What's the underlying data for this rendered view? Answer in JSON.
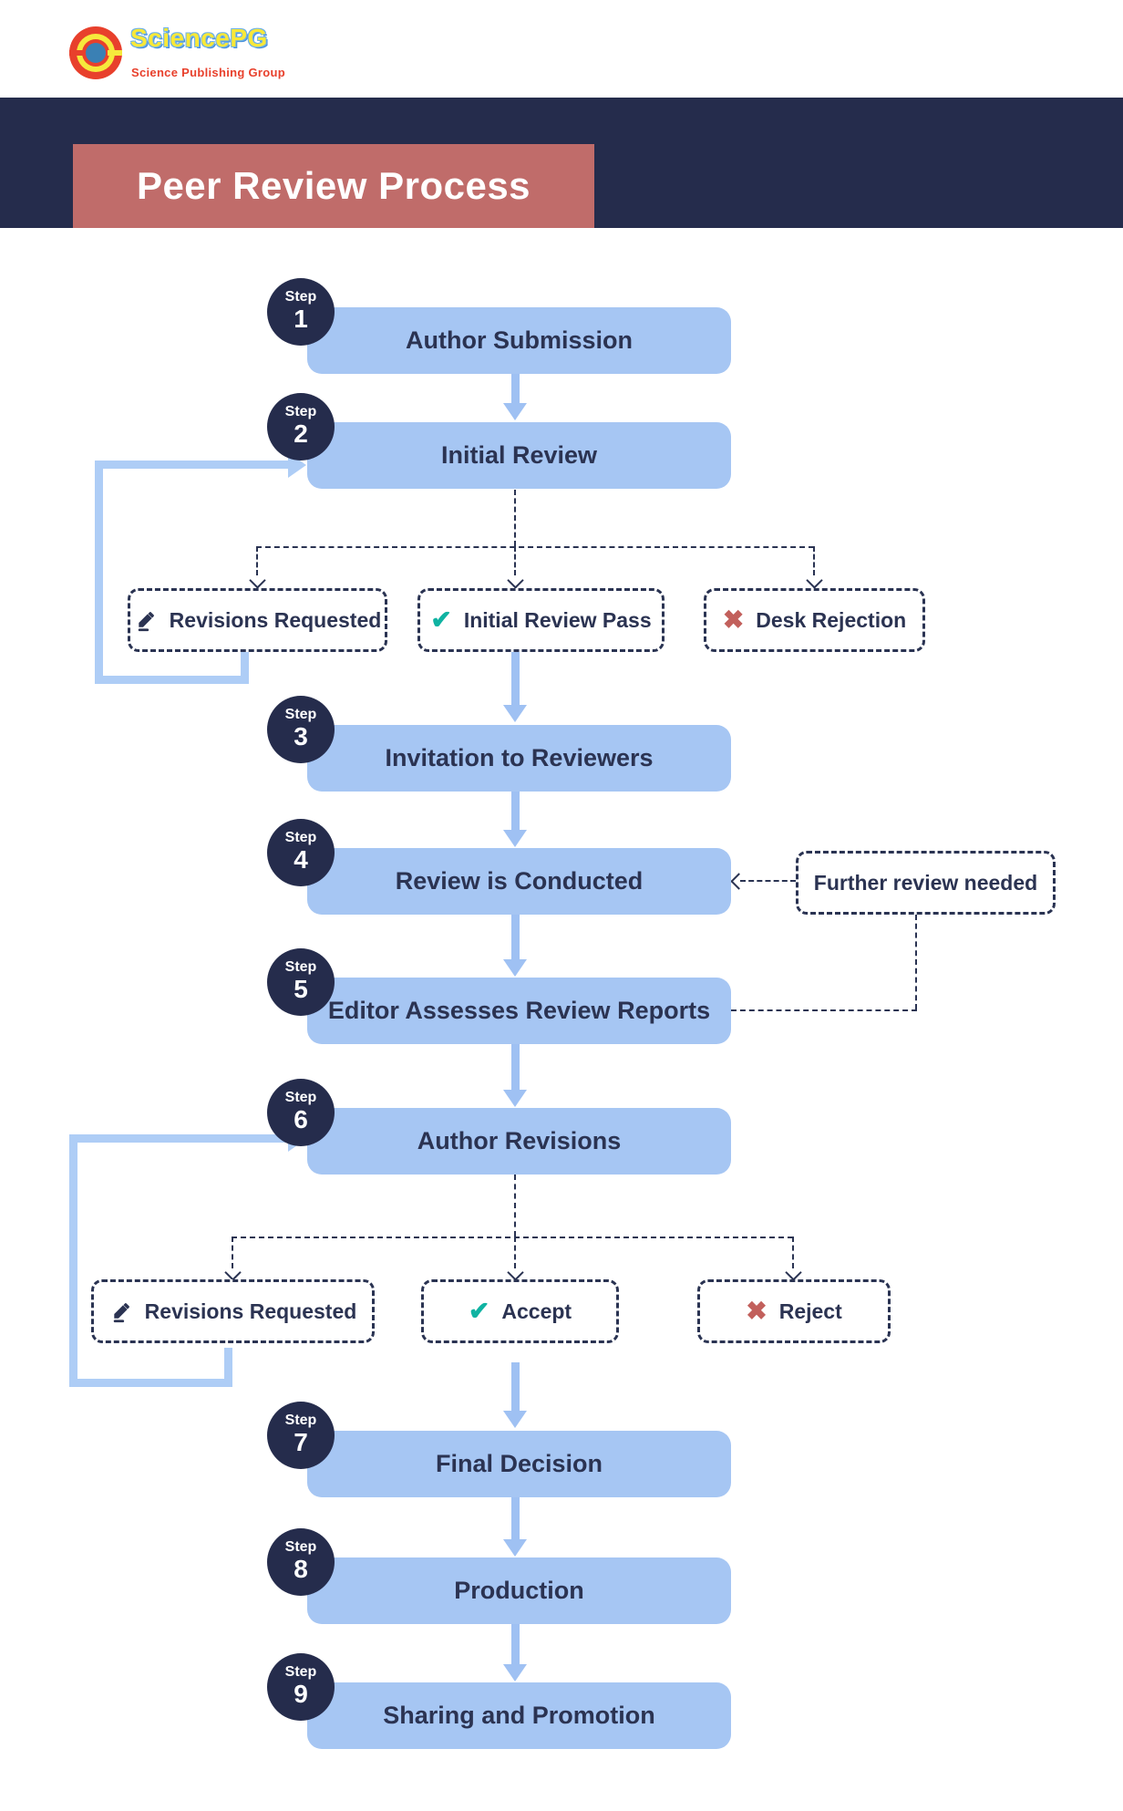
{
  "logo": {
    "name": "SciencePG",
    "subtitle": "Science Publishing Group"
  },
  "header": {
    "title": "Peer Review Process"
  },
  "step_label": "Step",
  "steps": [
    {
      "number": "1",
      "title": "Author Submission"
    },
    {
      "number": "2",
      "title": "Initial Review"
    },
    {
      "number": "3",
      "title": "Invitation to Reviewers"
    },
    {
      "number": "4",
      "title": "Review is Conducted"
    },
    {
      "number": "5",
      "title": "Editor Assesses Review Reports"
    },
    {
      "number": "6",
      "title": "Author Revisions"
    },
    {
      "number": "7",
      "title": "Final Decision"
    },
    {
      "number": "8",
      "title": "Production"
    },
    {
      "number": "9",
      "title": "Sharing and Promotion"
    }
  ],
  "outcomes_initial": [
    {
      "icon": "pencil",
      "label": "Revisions Requested"
    },
    {
      "icon": "check",
      "label": "Initial Review Pass"
    },
    {
      "icon": "cross",
      "label": "Desk Rejection"
    }
  ],
  "outcomes_final": [
    {
      "icon": "pencil",
      "label": "Revisions Requested"
    },
    {
      "icon": "check",
      "label": "Accept"
    },
    {
      "icon": "cross",
      "label": "Reject"
    }
  ],
  "note": {
    "label": "Further review needed"
  },
  "icons": {
    "check": "✔",
    "cross": "✖"
  },
  "colors": {
    "navy": "#252c4c",
    "box_blue": "#a6c6f3",
    "arrow_blue": "#9fc1f3",
    "loop_blue": "#aecdf6",
    "rose": "#c06c6a",
    "teal": "#10b3a2",
    "red": "#c2605c",
    "logo_yellow": "#f9e838",
    "logo_red": "#e8402c",
    "logo_blue": "#3a80b4"
  }
}
